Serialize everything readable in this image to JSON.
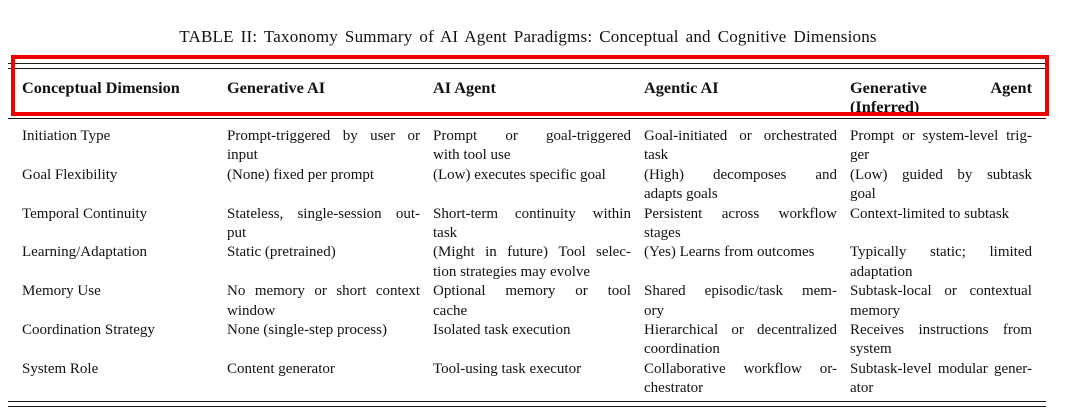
{
  "caption": "TABLE II: Taxonomy Summary of AI Agent Paradigms: Conceptual and Cognitive Dimensions",
  "colors": {
    "background": "#ffffff",
    "text": "#121212",
    "rule": "#1a1a1a",
    "highlight_box": "#f20000"
  },
  "annotation": {
    "type": "highlight-rectangle",
    "color": "#f20000",
    "target": "header-row"
  },
  "table": {
    "columns": [
      "Conceptual Dimension",
      "Generative AI",
      "AI Agent",
      "Agentic AI",
      "Generative Agent (Inferred)"
    ],
    "header_lines": [
      [
        "Conceptual Dimension"
      ],
      [
        "Generative AI"
      ],
      [
        "AI Agent"
      ],
      [
        "Agentic AI"
      ],
      [
        "Generative Agent",
        "(Inferred)"
      ]
    ],
    "rows": [
      {
        "dimension": "Initiation Type",
        "cells": [
          [
            "Prompt-triggered by user or",
            "input"
          ],
          [
            "Prompt or goal-triggered",
            "with tool use"
          ],
          [
            "Goal-initiated or orchestrated",
            "task"
          ],
          [
            "Prompt or system-level trig-",
            "ger"
          ]
        ]
      },
      {
        "dimension": "Goal Flexibility",
        "cells": [
          [
            "(None) fixed per prompt"
          ],
          [
            "(Low) executes specific goal"
          ],
          [
            "(High) decomposes and",
            "adapts goals"
          ],
          [
            "(Low) guided by subtask",
            "goal"
          ]
        ]
      },
      {
        "dimension": "Temporal Continuity",
        "cells": [
          [
            "Stateless, single-session out-",
            "put"
          ],
          [
            "Short-term continuity within",
            "task"
          ],
          [
            "Persistent across workflow",
            "stages"
          ],
          [
            "Context-limited to subtask"
          ]
        ]
      },
      {
        "dimension": "Learning/Adaptation",
        "cells": [
          [
            "Static (pretrained)"
          ],
          [
            "(Might in future) Tool selec-",
            "tion strategies may evolve"
          ],
          [
            "(Yes) Learns from outcomes"
          ],
          [
            "Typically static; limited",
            "adaptation"
          ]
        ]
      },
      {
        "dimension": "Memory Use",
        "cells": [
          [
            "No memory or short context",
            "window"
          ],
          [
            "Optional memory or tool",
            "cache"
          ],
          [
            "Shared episodic/task mem-",
            "ory"
          ],
          [
            "Subtask-local or contextual",
            "memory"
          ]
        ]
      },
      {
        "dimension": "Coordination Strategy",
        "cells": [
          [
            "None (single-step process)"
          ],
          [
            "Isolated task execution"
          ],
          [
            "Hierarchical or decentralized",
            "coordination"
          ],
          [
            "Receives instructions from",
            "system"
          ]
        ]
      },
      {
        "dimension": "System Role",
        "cells": [
          [
            "Content generator"
          ],
          [
            "Tool-using task executor"
          ],
          [
            "Collaborative workflow or-",
            "chestrator"
          ],
          [
            "Subtask-level modular gener-",
            "ator"
          ]
        ]
      }
    ]
  }
}
